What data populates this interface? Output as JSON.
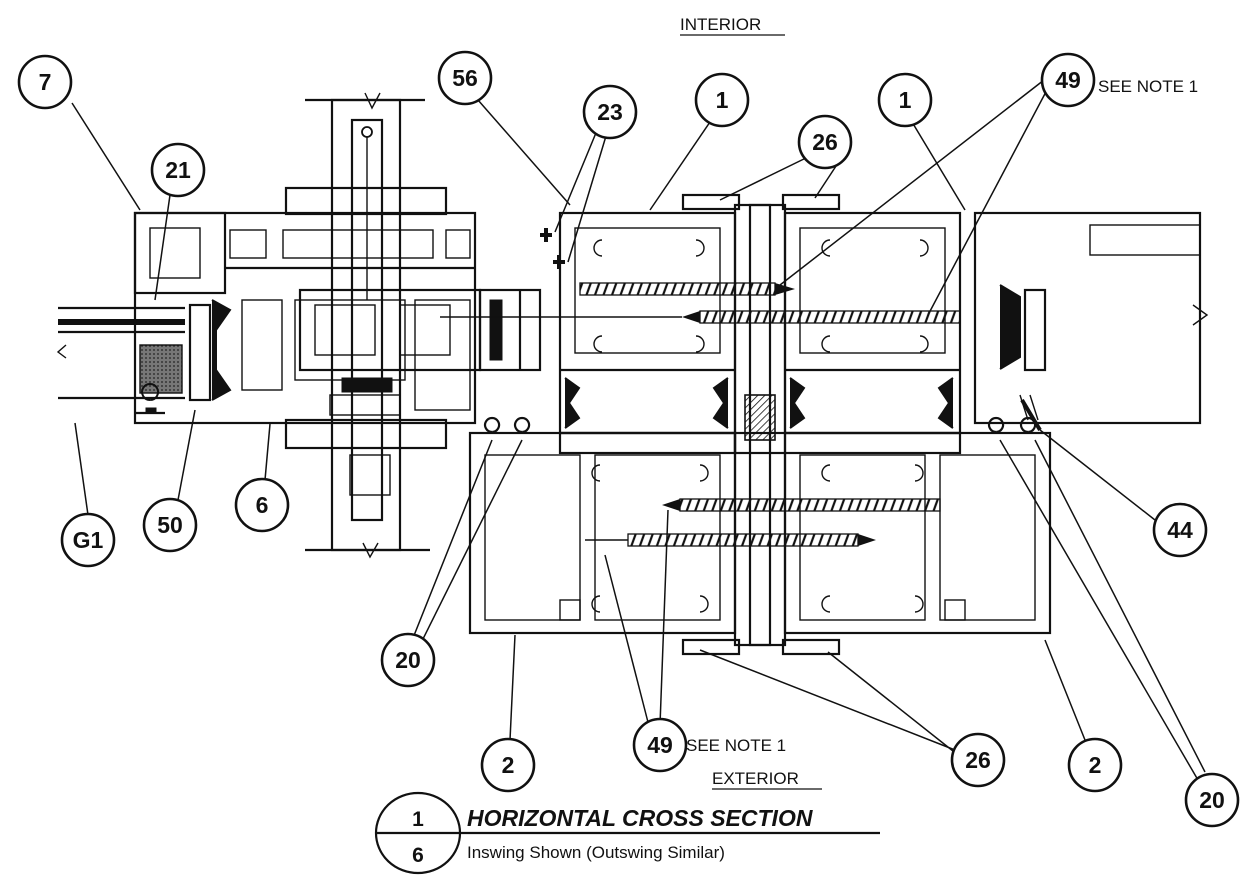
{
  "labels": {
    "interior": "INTERIOR",
    "exterior": "EXTERIOR",
    "see_note_top": "SEE NOTE 1",
    "see_note_bottom": "SEE NOTE 1"
  },
  "title_block": {
    "detail_number": "1",
    "sheet_number": "6",
    "title": "HORIZONTAL CROSS SECTION",
    "subtitle": "Inswing Shown (Outswing Similar)"
  },
  "callouts": {
    "c7": "7",
    "c21": "21",
    "c56": "56",
    "c23": "23",
    "c1a": "1",
    "c1b": "1",
    "c26a": "26",
    "c49a": "49",
    "cG1": "G1",
    "c50": "50",
    "c6": "6",
    "c20a": "20",
    "c2a": "2",
    "c49b": "49",
    "c26b": "26",
    "c2b": "2",
    "c20b": "20",
    "c44": "44"
  }
}
